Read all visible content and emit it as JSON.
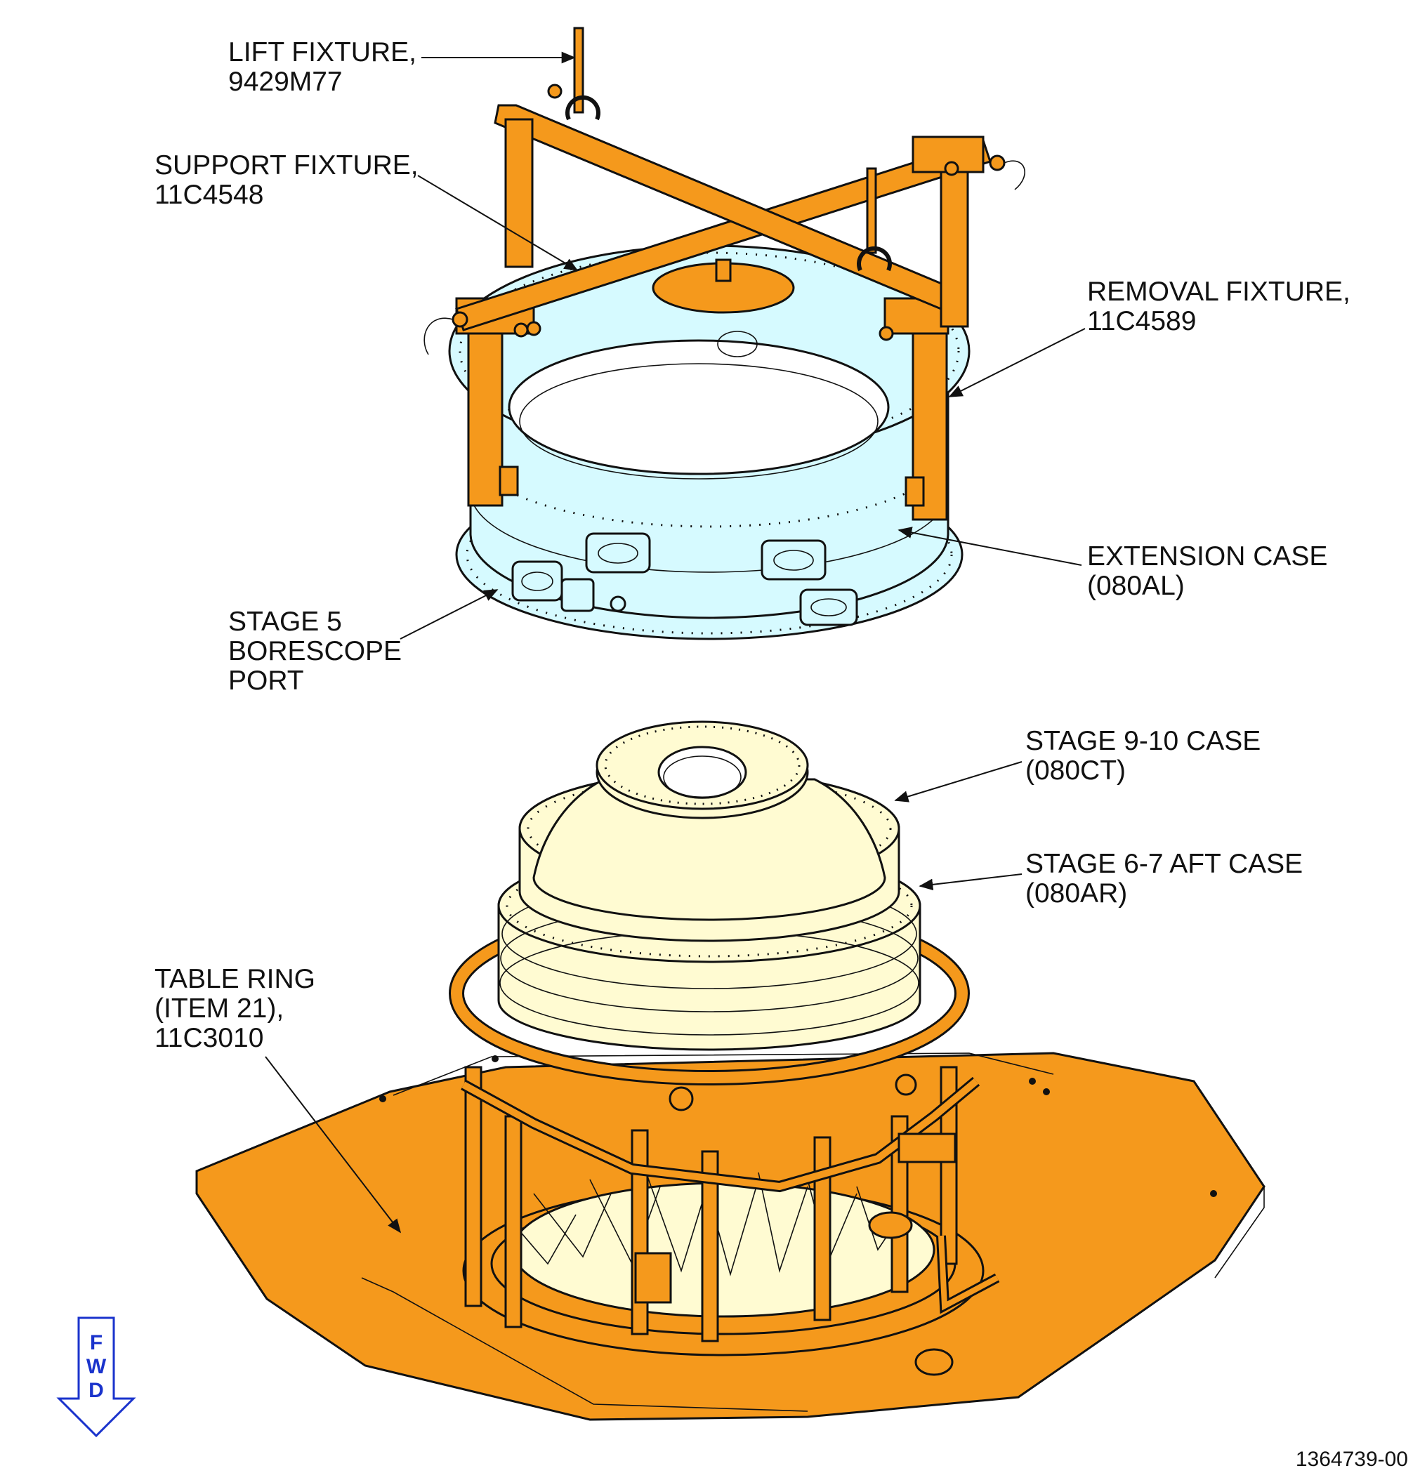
{
  "callouts": [
    {
      "id": "lift-fixture",
      "lines": [
        "LIFT FIXTURE,",
        "9429M77"
      ]
    },
    {
      "id": "support-fixture",
      "lines": [
        "SUPPORT FIXTURE,",
        "11C4548"
      ]
    },
    {
      "id": "removal-fixture",
      "lines": [
        "REMOVAL FIXTURE,",
        "11C4589"
      ]
    },
    {
      "id": "extension-case",
      "lines": [
        "EXTENSION CASE",
        "(080AL)"
      ]
    },
    {
      "id": "stage5-borescope-port",
      "lines": [
        "STAGE 5",
        "BORESCOPE",
        "PORT"
      ]
    },
    {
      "id": "stage-9-10-case",
      "lines": [
        "STAGE 9-10 CASE",
        "(080CT)"
      ]
    },
    {
      "id": "stage-6-7-aft-case",
      "lines": [
        "STAGE 6-7 AFT CASE",
        "(080AR)"
      ]
    },
    {
      "id": "table-ring",
      "lines": [
        "TABLE RING",
        "(ITEM 21),",
        "11C3010"
      ]
    }
  ],
  "direction_arrow": {
    "letters": [
      "F",
      "W",
      "D"
    ]
  },
  "figure_number": "1364739-00",
  "colors": {
    "fixture_orange": "#F5991C",
    "extension_case_cyan": "#D6FAFF",
    "case_cream": "#FFFBD2",
    "fwd_arrow_blue": "#1a33cc"
  }
}
